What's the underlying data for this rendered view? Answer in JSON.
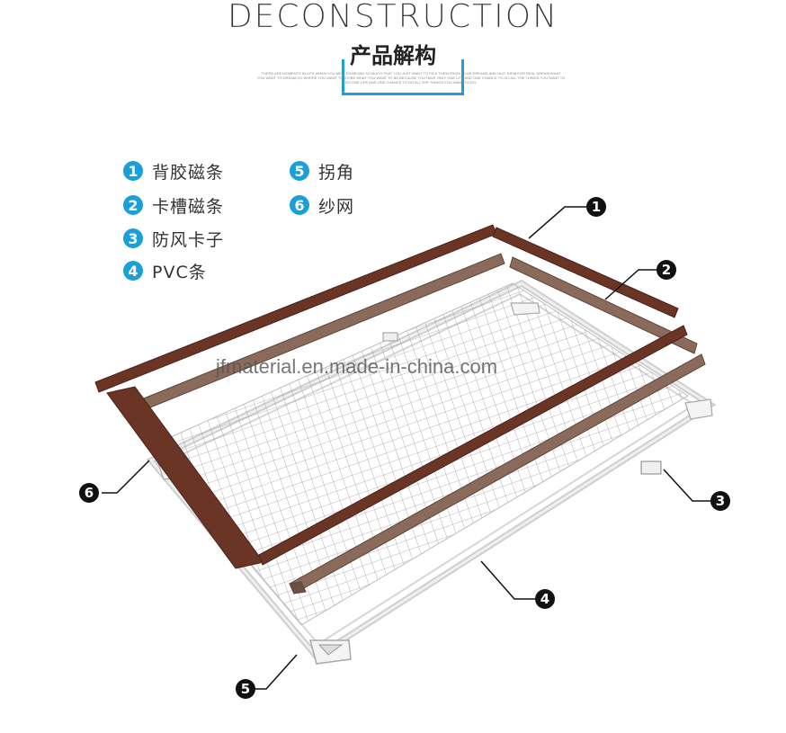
{
  "header": {
    "title": "DECONSTRUCTION",
    "subtitle": "产品解构",
    "fine_print_line1": "THERE ARE MOMENTS IN LIFE WHEN YOU MISS SOMEONE SO MUCH THAT YOU JUST WANT TO PICK THEM FROM YOUR DREAMS AND HUG THEM FOR REAL DREAM WHAT",
    "fine_print_line2": "YOU WANT TO DREAM;GO WHERE YOU WANT TO GO;BE WHAT YOU WANT TO BE,BECAUSE YOU HAVE ONLY ONE LIFE AND ONE CHANCE TO DO ALL THE THINGS YOU WANT TO",
    "fine_print_line3": "DO.ONE LIFE AND ONE CHANCE TO DO ALL THE THINGS YOU WANT TO DO."
  },
  "legend": [
    {
      "num": "1",
      "label": "背胶磁条"
    },
    {
      "num": "2",
      "label": "卡槽磁条"
    },
    {
      "num": "3",
      "label": "防风卡子"
    },
    {
      "num": "4",
      "label": "PVC条"
    },
    {
      "num": "5",
      "label": "拐角"
    },
    {
      "num": "6",
      "label": "纱网"
    }
  ],
  "watermark": "jfmaterial.en.made-in-china.com",
  "callouts": [
    "1",
    "2",
    "3",
    "4",
    "5",
    "6"
  ],
  "colors": {
    "accent": "#1a9fd9",
    "magnet_strip": "#6b3526",
    "groove_strip": "#7a5a4b",
    "pvc_frame": "#d9d9d9",
    "mesh": "#9a9a9a"
  }
}
